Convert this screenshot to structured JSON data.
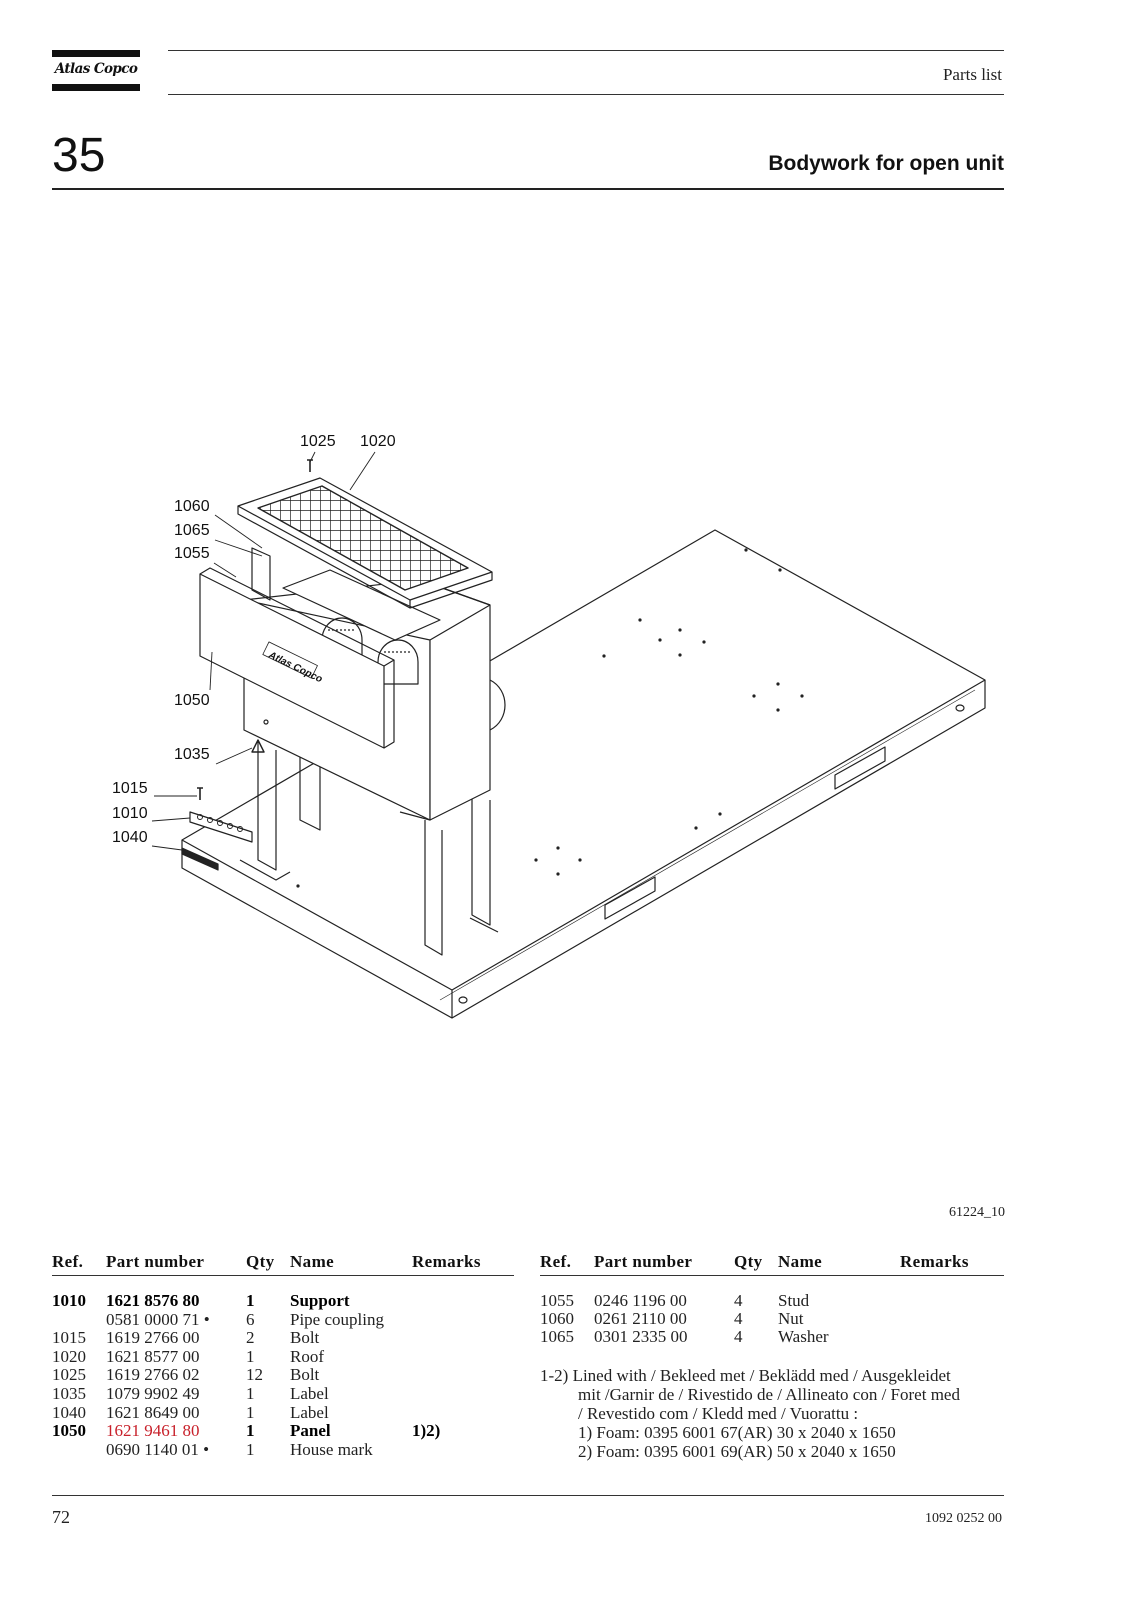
{
  "header": {
    "brand": "Atlas Copco",
    "doc_type": "Parts list",
    "section_number": "35",
    "section_title": "Bodywork for open unit"
  },
  "figure": {
    "callouts": [
      "1025",
      "1020",
      "1060",
      "1065",
      "1055",
      "1050",
      "1035",
      "1015",
      "1010",
      "1040"
    ],
    "panel_logo": "Atlas Copco",
    "drawing_id": "61224_10"
  },
  "table": {
    "headers": {
      "ref": "Ref.",
      "part_number": "Part number",
      "qty": "Qty",
      "name": "Name",
      "remarks": "Remarks"
    },
    "left_rows": [
      {
        "ref": "1010",
        "part": "1621 8576 80",
        "qty": "1",
        "name": "Support",
        "remarks": "",
        "bold": true,
        "red": false
      },
      {
        "ref": "",
        "part": "0581 0000 71 •",
        "qty": "6",
        "name": "Pipe coupling",
        "remarks": "",
        "bold": false,
        "red": false
      },
      {
        "ref": "1015",
        "part": "1619 2766 00",
        "qty": "2",
        "name": "Bolt",
        "remarks": "",
        "bold": false,
        "red": false
      },
      {
        "ref": "1020",
        "part": "1621 8577 00",
        "qty": "1",
        "name": "Roof",
        "remarks": "",
        "bold": false,
        "red": false
      },
      {
        "ref": "1025",
        "part": "1619 2766 02",
        "qty": "12",
        "name": "Bolt",
        "remarks": "",
        "bold": false,
        "red": false
      },
      {
        "ref": "1035",
        "part": "1079 9902 49",
        "qty": "1",
        "name": "Label",
        "remarks": "",
        "bold": false,
        "red": false
      },
      {
        "ref": "1040",
        "part": "1621 8649 00",
        "qty": "1",
        "name": "Label",
        "remarks": "",
        "bold": false,
        "red": false
      },
      {
        "ref": "1050",
        "part": "1621 9461 80",
        "qty": "1",
        "name": "Panel",
        "remarks": "1)2)",
        "bold": true,
        "red": true
      },
      {
        "ref": "",
        "part": "0690 1140 01 •",
        "qty": "1",
        "name": "House mark",
        "remarks": "",
        "bold": false,
        "red": false
      }
    ],
    "right_rows": [
      {
        "ref": "1055",
        "part": "0246 1196 00",
        "qty": "4",
        "name": "Stud",
        "remarks": ""
      },
      {
        "ref": "1060",
        "part": "0261 2110 00",
        "qty": "4",
        "name": "Nut",
        "remarks": ""
      },
      {
        "ref": "1065",
        "part": "0301 2335 00",
        "qty": "4",
        "name": "Washer",
        "remarks": ""
      }
    ],
    "notes": [
      "1-2) Lined with  / Bekleed met / Beklädd med  / Ausgekleidet",
      "mit /Garnir de / Rivestido de / Allineato con   / Foret med",
      "/ Revestido com / Kledd med / Vuorattu :",
      "1)  Foam: 0395 6001 67(AR) 30 x 2040 x 1650",
      "2)  Foam: 0395 6001 69(AR) 50 x 2040 x 1650"
    ]
  },
  "footer": {
    "page_number": "72",
    "doc_number": "1092 0252 00"
  }
}
